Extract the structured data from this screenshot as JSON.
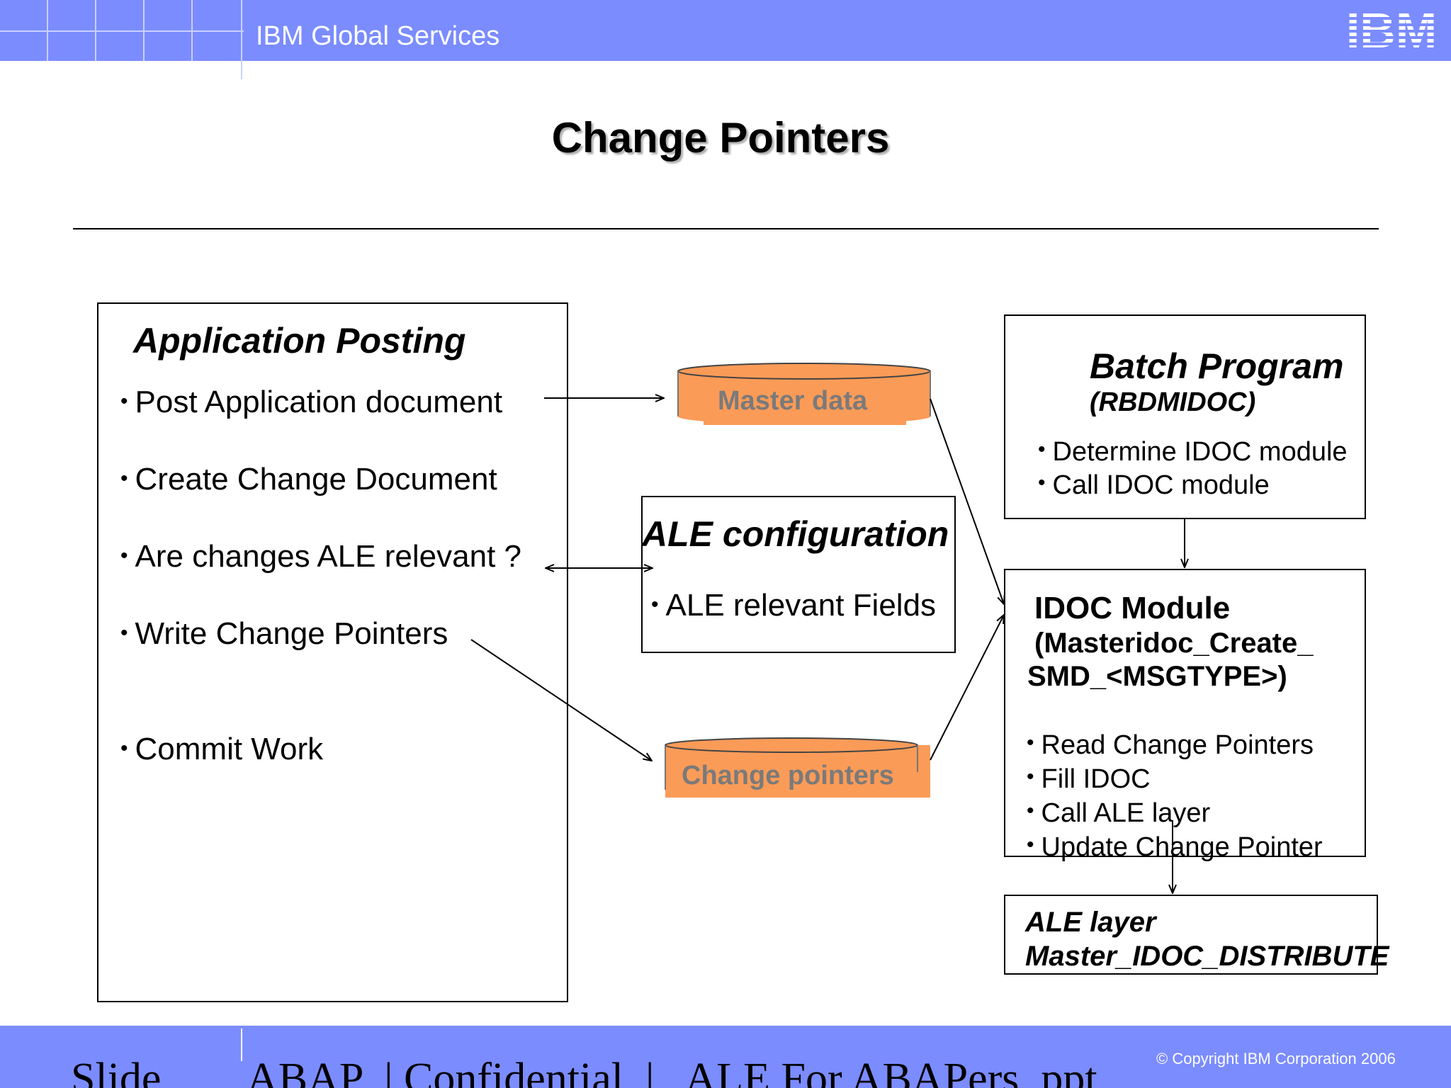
{
  "header": {
    "title": "IBM Global Services",
    "logo": "IBM"
  },
  "slide": {
    "title": "Change Pointers"
  },
  "app_posting": {
    "heading": "Application Posting",
    "bullets": [
      "Post Application document",
      "Create Change Document",
      "Are changes ALE relevant ?",
      "Write Change Pointers",
      "Commit Work"
    ]
  },
  "cylinders": {
    "master_data": "Master data",
    "change_pointers": "Change pointers"
  },
  "ale_config": {
    "heading": "ALE configuration",
    "bullets": [
      "ALE relevant Fields"
    ]
  },
  "batch_program": {
    "heading": "Batch Program",
    "subheading": "(RBDMIDOC)",
    "bullets": [
      "Determine IDOC module",
      "Call IDOC module"
    ]
  },
  "idoc_module": {
    "heading": "IDOC Module",
    "sub_line1": "(Masteridoc_Create_",
    "sub_line2": "SMD_<MSGTYPE>)",
    "bullets": [
      "Read Change Pointers",
      "Fill IDOC",
      "Call ALE layer",
      "Update Change Pointer"
    ]
  },
  "ale_layer": {
    "line1": "ALE layer",
    "line2": "Master_IDOC_DISTRIBUTE"
  },
  "footer": {
    "text": "Slide        ABAP  | Confidential  |   ALE For ABAPers .ppt",
    "copyright": "© Copyright IBM Corporation 2006"
  },
  "colors": {
    "band": "#7b8cff",
    "cylinder_fill": "#fb9b58",
    "cylinder_text": "#7a7a7a"
  }
}
